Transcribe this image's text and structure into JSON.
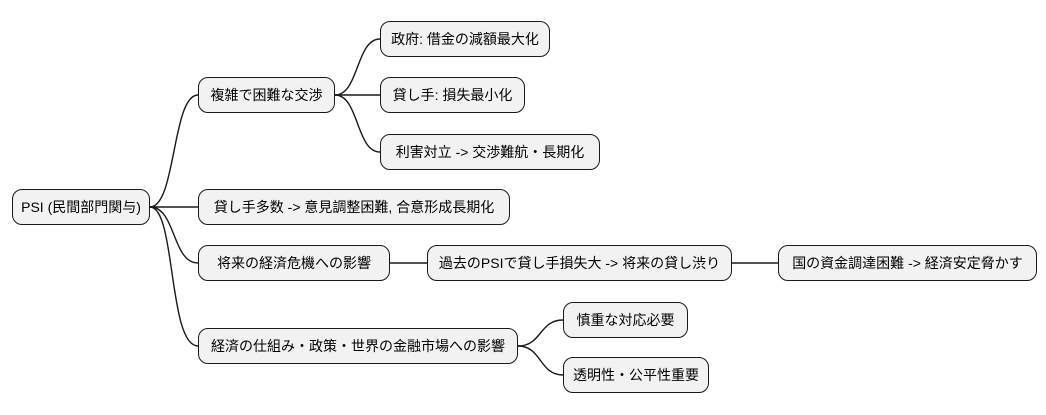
{
  "diagram": {
    "type": "mindmap",
    "colors": {
      "node_fill": "#f2f2f2",
      "node_border": "#1a1a1a",
      "line": "#1a1a1a",
      "text": "#000000"
    },
    "root": {
      "label": "PSI (民間部門関与)",
      "children": [
        {
          "label": "複雑で困難な交渉",
          "children": [
            {
              "label": "政府: 借金の減額最大化",
              "children": []
            },
            {
              "label": "貸し手: 損失最小化",
              "children": []
            },
            {
              "label": "利害対立 -> 交渉難航・長期化",
              "children": []
            }
          ]
        },
        {
          "label": "貸し手多数 -> 意見調整困難, 合意形成長期化",
          "children": []
        },
        {
          "label": "将来の経済危機への影響",
          "children": [
            {
              "label": "過去のPSIで貸し手損失大 -> 将来の貸し渋り",
              "children": [
                {
                  "label": "国の資金調達困難 -> 経済安定脅かす",
                  "children": []
                }
              ]
            }
          ]
        },
        {
          "label": "経済の仕組み・政策・世界の金融市場への影響",
          "children": [
            {
              "label": "慎重な対応必要",
              "children": []
            },
            {
              "label": "透明性・公平性重要",
              "children": []
            }
          ]
        }
      ]
    }
  }
}
